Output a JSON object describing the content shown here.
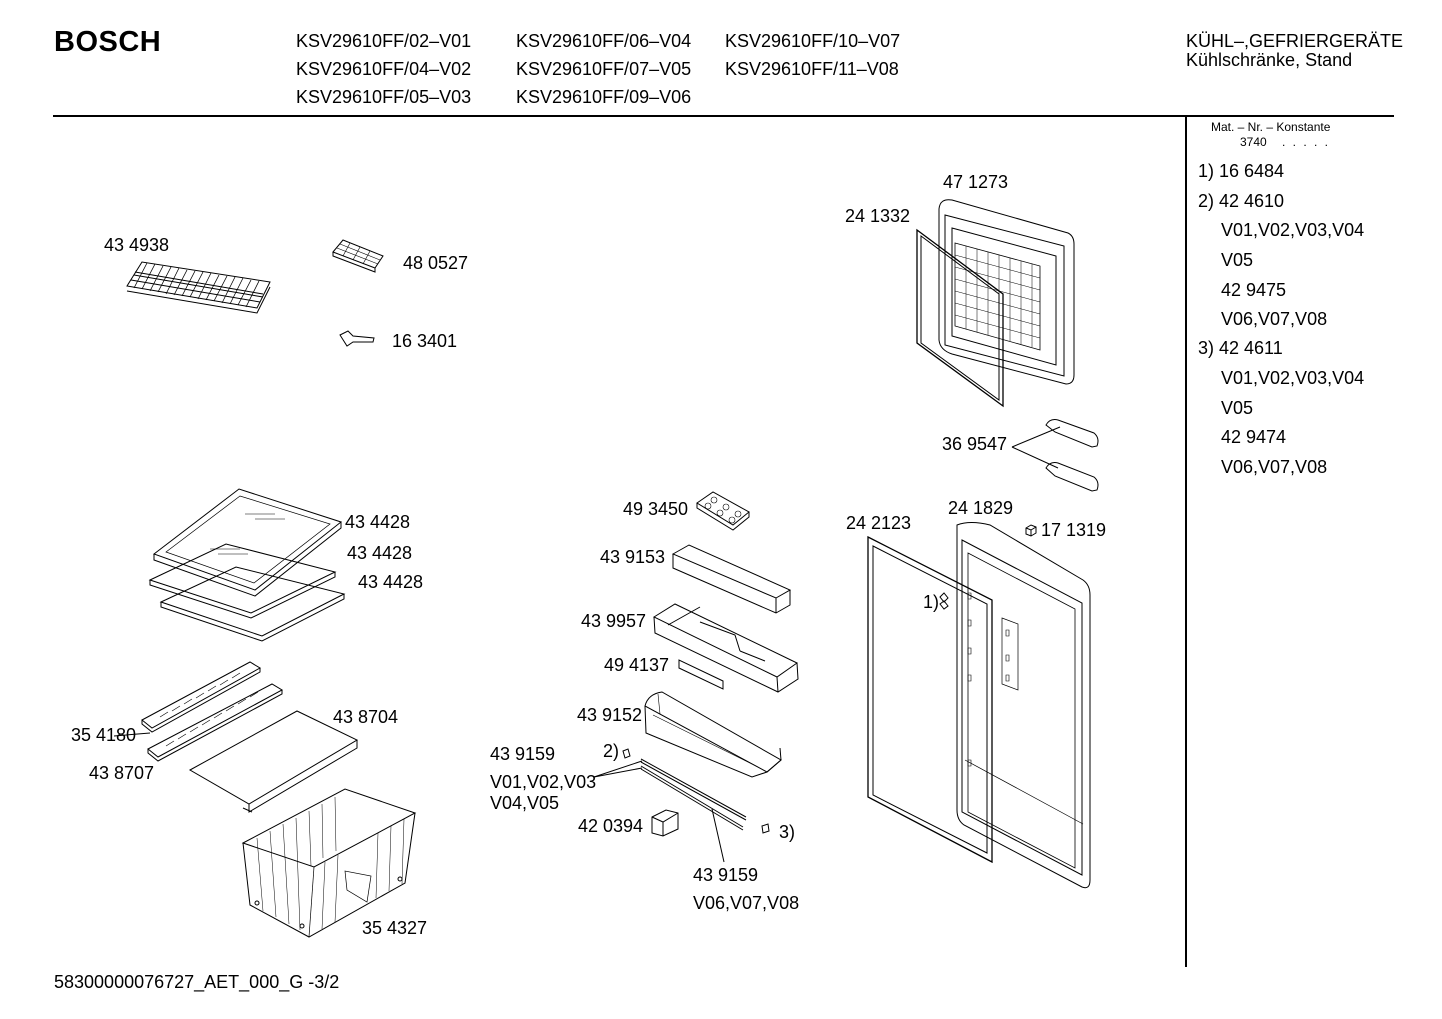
{
  "header": {
    "brand": "BOSCH",
    "models": [
      "KSV29610FF/02–V01",
      "KSV29610FF/04–V02",
      "KSV29610FF/05–V03",
      "KSV29610FF/06–V04",
      "KSV29610FF/07–V05",
      "KSV29610FF/09–V06",
      "KSV29610FF/10–V07",
      "KSV29610FF/11–V08"
    ],
    "category_line1": "KÜHL–,GEFRIERGERÄTE",
    "category_line2": "Kühlschränke, Stand"
  },
  "sidebar": {
    "mat_title": "Mat. – Nr. – Konstante",
    "mat_value": "3740",
    "mat_dots": ". . . . .",
    "lines": [
      "1) 16 6484",
      "2) 42 4610",
      "V01,V02,V03,V04",
      "V05",
      "42 9475",
      "V06,V07,V08",
      "3) 42 4611",
      "V01,V02,V03,V04",
      "V05",
      "42 9474",
      "V06,V07,V08"
    ]
  },
  "labels": {
    "p434938": "43 4938",
    "p480527": "48 0527",
    "p163401": "16 3401",
    "p471273": "47 1273",
    "p241332": "24 1332",
    "p369547": "36 9547",
    "p434428a": "43 4428",
    "p434428b": "43 4428",
    "p434428c": "43 4428",
    "p493450": "49 3450",
    "p439153": "43 9153",
    "p439957": "43 9957",
    "p494137": "49 4137",
    "p439152": "43 9152",
    "p439159a": "43 9159",
    "ref2": "2)",
    "v01v03": "V01,V02,V03",
    "v04v05": "V04,V05",
    "p420394": "42 0394",
    "ref3": "3)",
    "p439159b": "43 9159",
    "v06v08": "V06,V07,V08",
    "p242123": "24 2123",
    "p241829": "24 1829",
    "p171319": "17 1319",
    "ref1": "1)",
    "p354180": "35 4180",
    "p438704": "43 8704",
    "p438707": "43 8707",
    "p354327": "35 4327"
  },
  "footer": {
    "doc_id": "58300000076727_AET_000_G -3/2"
  }
}
